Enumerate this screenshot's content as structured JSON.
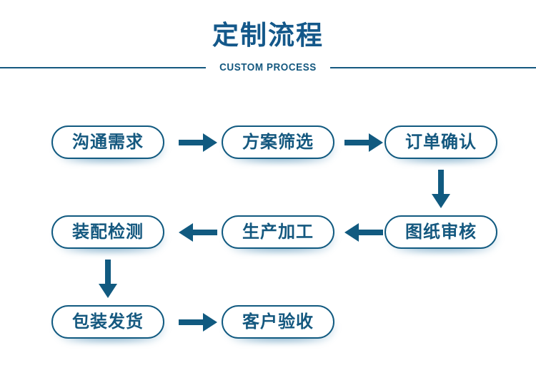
{
  "header": {
    "title": "定制流程",
    "subtitle": "CUSTOM PROCESS",
    "accent_color": "#14587f",
    "title_color": "#14588a"
  },
  "flow": {
    "nodes": [
      {
        "id": "node-1",
        "label": "沟通需求",
        "row": 1,
        "col": 1
      },
      {
        "id": "node-2",
        "label": "方案筛选",
        "row": 1,
        "col": 2
      },
      {
        "id": "node-3",
        "label": "订单确认",
        "row": 1,
        "col": 3
      },
      {
        "id": "node-4",
        "label": "装配检测",
        "row": 2,
        "col": 1
      },
      {
        "id": "node-5",
        "label": "生产加工",
        "row": 2,
        "col": 2
      },
      {
        "id": "node-6",
        "label": "图纸审核",
        "row": 2,
        "col": 3
      },
      {
        "id": "node-7",
        "label": "包装发货",
        "row": 3,
        "col": 1
      },
      {
        "id": "node-8",
        "label": "客户验收",
        "row": 3,
        "col": 2
      }
    ],
    "connectors": [
      {
        "id": "arrow-1",
        "direction": "right",
        "from": "沟通需求",
        "to": "方案筛选"
      },
      {
        "id": "arrow-2",
        "direction": "right",
        "from": "方案筛选",
        "to": "订单确认"
      },
      {
        "id": "arrow-3",
        "direction": "down",
        "from": "订单确认",
        "to": "图纸审核"
      },
      {
        "id": "arrow-4",
        "direction": "left",
        "from": "图纸审核",
        "to": "生产加工"
      },
      {
        "id": "arrow-5",
        "direction": "left",
        "from": "生产加工",
        "to": "装配检测"
      },
      {
        "id": "arrow-6",
        "direction": "down",
        "from": "装配检测",
        "to": "包装发货"
      },
      {
        "id": "arrow-7",
        "direction": "right",
        "from": "包装发货",
        "to": "客户验收"
      }
    ],
    "node_color": "#14587f",
    "border_color": "#115a80"
  }
}
